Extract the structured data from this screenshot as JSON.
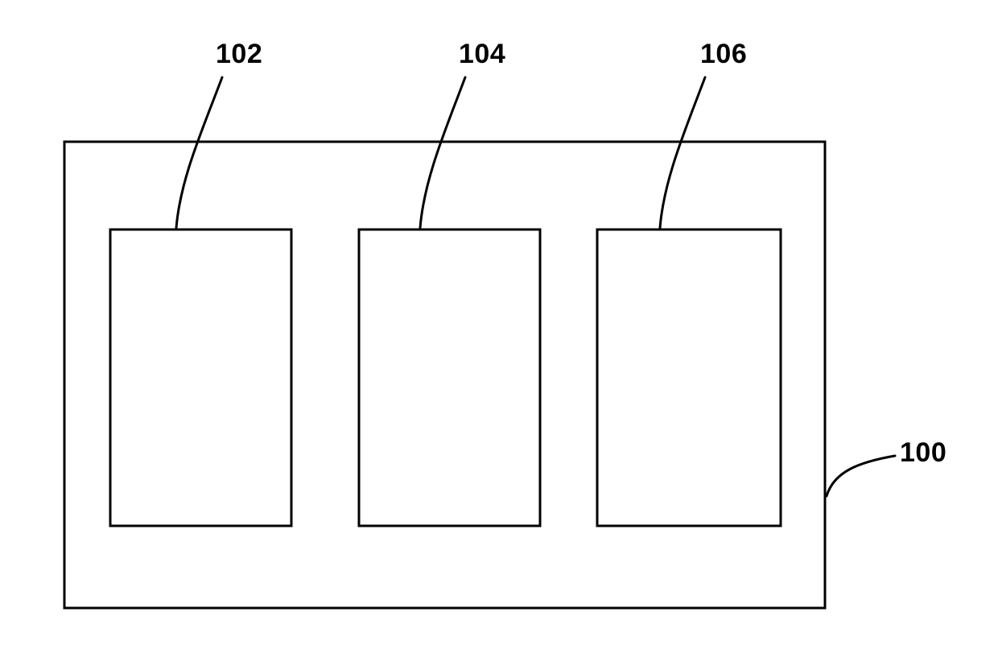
{
  "figure": {
    "type": "patent-style block diagram",
    "background_color": "#ffffff",
    "line_color": "#000000",
    "labels": {
      "outer": "100",
      "box1": "102",
      "box2": "104",
      "box3": "106"
    }
  }
}
